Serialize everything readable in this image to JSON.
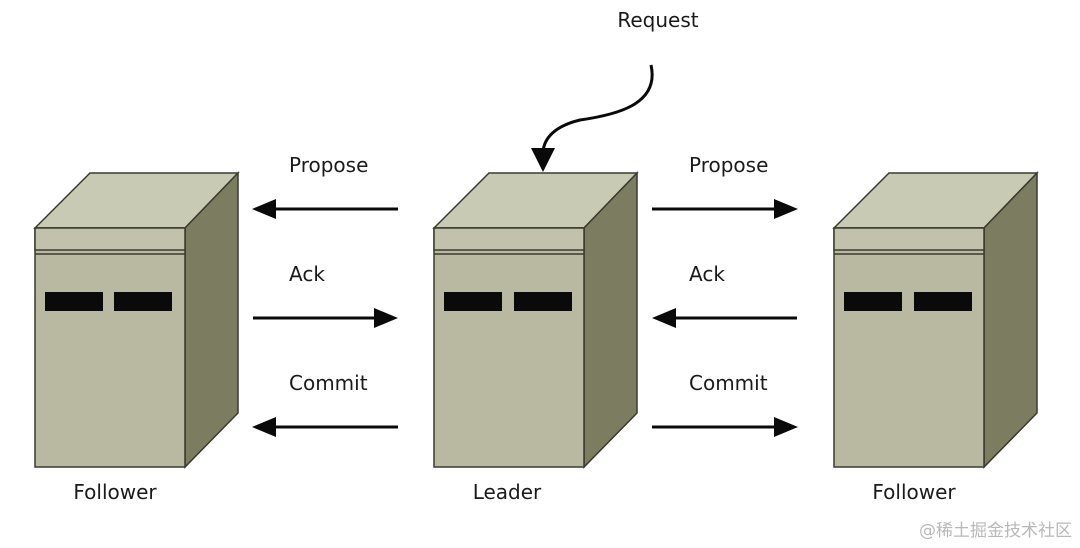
{
  "request_label": "Request",
  "nodes": {
    "left": {
      "label": "Follower"
    },
    "center": {
      "label": "Leader"
    },
    "right": {
      "label": "Follower"
    }
  },
  "messages": {
    "left": [
      "Propose",
      "Ack",
      "Commit"
    ],
    "right": [
      "Propose",
      "Ack",
      "Commit"
    ]
  },
  "colors": {
    "server_front": "#b9b8a0",
    "server_top": "#c9cab4",
    "server_side": "#7c7c60",
    "arrow": "#0a0a0a"
  },
  "watermark": "@稀土掘金技术社区"
}
